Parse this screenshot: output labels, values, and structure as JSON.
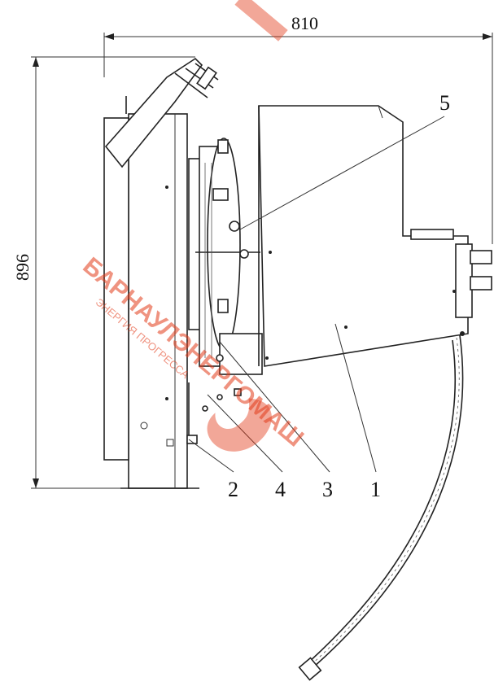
{
  "dimensions": {
    "width_label": "810",
    "height_label": "896"
  },
  "callouts": [
    "5",
    "2",
    "4",
    "3",
    "1"
  ],
  "watermark": {
    "brand": "БАРНАУЛЭНЕРГОМАШ",
    "tagline": "ЭНЕРГИЯ ПРОГРЕССА",
    "color": "#e23b1a"
  }
}
